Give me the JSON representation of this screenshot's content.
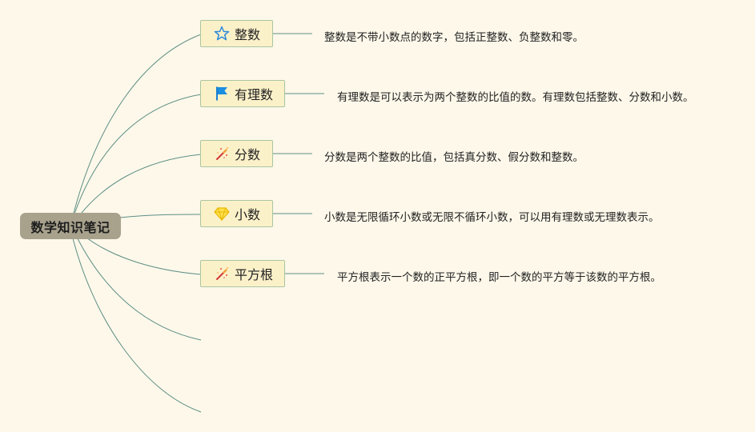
{
  "root": {
    "label": "数学知识笔记"
  },
  "topics": [
    {
      "label": "整数",
      "icon": "star-icon",
      "description": "整数是不带小数点的数字，包括正整数、负整数和零。"
    },
    {
      "label": "有理数",
      "icon": "flag-icon",
      "description": "有理数是可以表示为两个整数的比值的数。有理数包括整数、分数和小数。"
    },
    {
      "label": "分数",
      "icon": "magic-wand-icon",
      "description": "分数是两个整数的比值，包括真分数、假分数和整数。"
    },
    {
      "label": "小数",
      "icon": "diamond-icon",
      "description": "小数是无限循环小数或无限不循环小数，可以用有理数或无理数表示。"
    },
    {
      "label": "平方根",
      "icon": "magic-wand-icon",
      "description": "平方根表示一个数的正平方根，即一个数的平方等于该数的平方根。"
    }
  ],
  "colors": {
    "background": "#fdf8ea",
    "root_fill": "#a8a28d",
    "topic_fill": "#fbf1c9",
    "topic_border": "#a9c6a0",
    "connector": "#5f8f86"
  }
}
